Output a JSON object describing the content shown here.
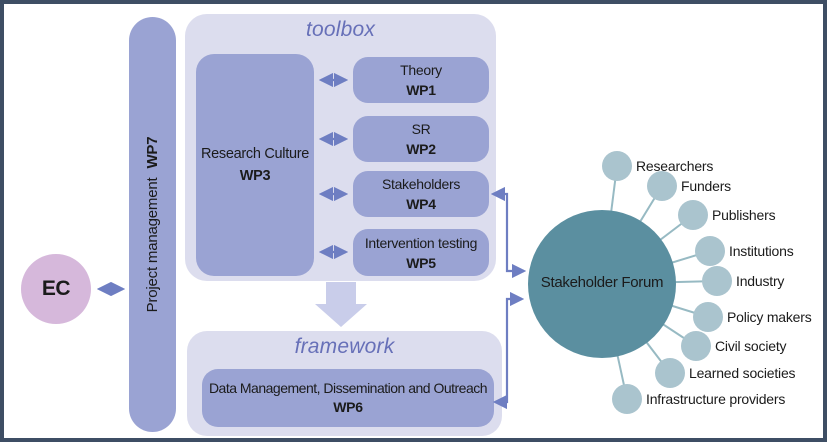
{
  "diagram": {
    "ec": {
      "label": "EC"
    },
    "project_management": {
      "label": "Project management",
      "wp": "WP7"
    },
    "toolbox": {
      "title": "toolbox",
      "wp3": {
        "label": "Research Culture",
        "wp": "WP3"
      },
      "items": [
        {
          "label": "Theory",
          "wp": "WP1"
        },
        {
          "label": "SR",
          "wp": "WP2"
        },
        {
          "label": "Stakeholders",
          "wp": "WP4"
        },
        {
          "label": "Intervention testing",
          "wp": "WP5"
        }
      ]
    },
    "framework": {
      "title": "framework",
      "wp6": {
        "label": "Data Management, Dissemination and Outreach",
        "wp": "WP6"
      }
    },
    "forum": {
      "label": "Stakeholder Forum",
      "satellites": [
        "Researchers",
        "Funders",
        "Publishers",
        "Institutions",
        "Industry",
        "Policy makers",
        "Civil society",
        "Learned societies",
        "Infrastructure providers"
      ]
    },
    "colors": {
      "border": "#3e4e64",
      "container_lavender": "#dcddee",
      "wp_box_purple": "#9aa3d3",
      "ec_pink": "#d6b8db",
      "forum_teal": "#5b8fa0",
      "satellite_blue": "#aac4ce",
      "arrow_blue": "#6e7ec2",
      "big_arrow_lavender": "#c9cdea",
      "title_blue": "#6770b8"
    }
  }
}
